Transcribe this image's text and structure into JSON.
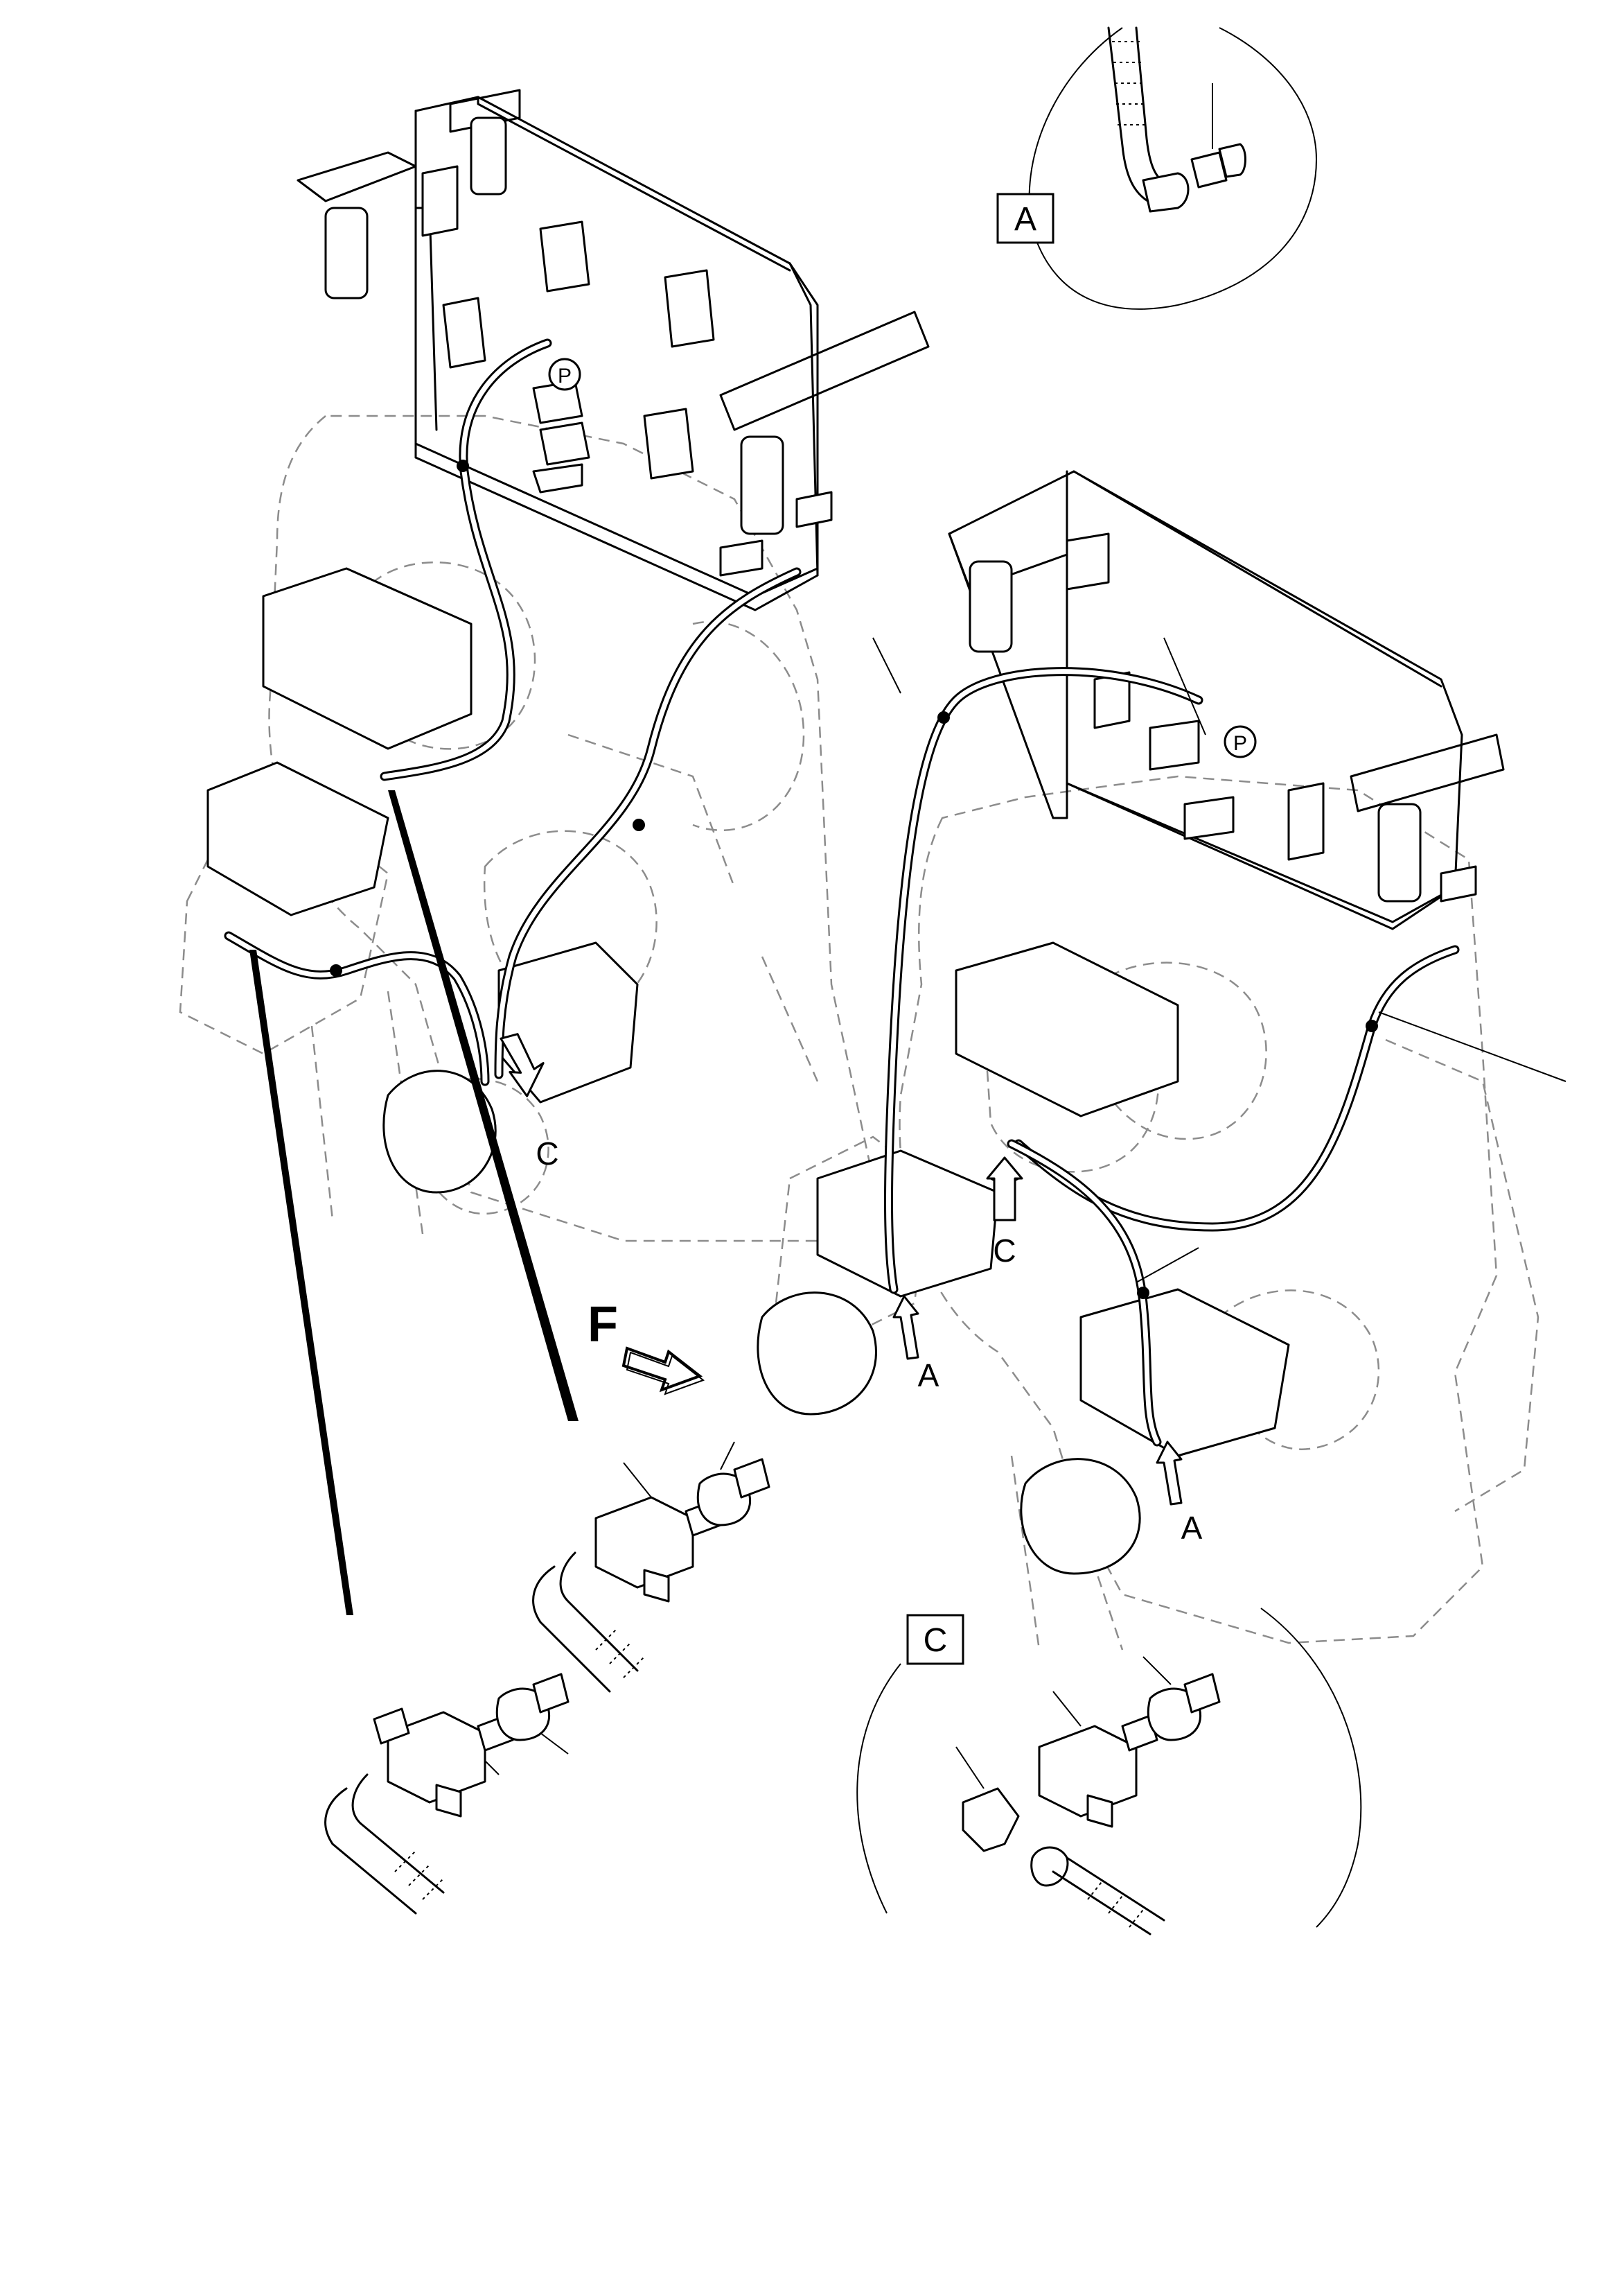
{
  "labels": {
    "detail_a_box": "A",
    "detail_c_box": "C",
    "view_f": "F",
    "callout_c_left": "C",
    "callout_c_right": "C",
    "callout_a_upper": "A",
    "callout_a_lower": "A",
    "pressure_left": "P",
    "pressure_right": "P"
  },
  "colors": {
    "line": "#000000",
    "ghost": "#8c8c8c",
    "background": "#ffffff"
  }
}
